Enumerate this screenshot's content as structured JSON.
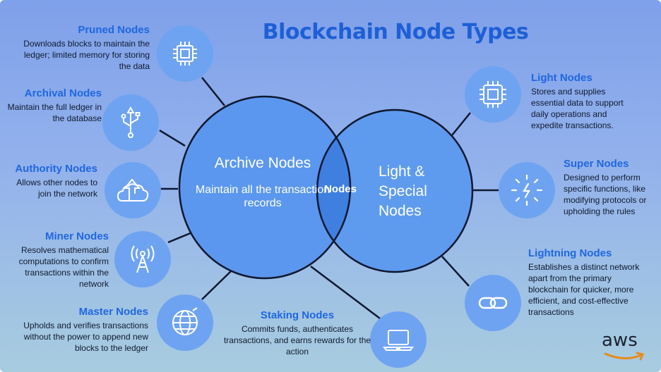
{
  "title": "Blockchain Node Types",
  "center": {
    "archive_title": "Archive Nodes",
    "archive_desc": "Maintain all the transaction records",
    "overlap_label": "Nodes",
    "light_title_line1": "Light &",
    "light_title_line2": "Special",
    "light_title_line3": "Nodes"
  },
  "nodes": {
    "pruned": {
      "title": "Pruned Nodes",
      "desc": "Downloads blocks to maintain the ledger; limited memory for storing the data",
      "icon": "chip-icon"
    },
    "archival": {
      "title": "Archival Nodes",
      "desc": "Maintain the full ledger in the database",
      "icon": "usb-icon"
    },
    "authority": {
      "title": "Authority Nodes",
      "desc": "Allows other nodes to join the network",
      "icon": "cloud-upload-icon"
    },
    "miner": {
      "title": "Miner Nodes",
      "desc": "Resolves  mathematical computations to confirm transactions within the network",
      "icon": "antenna-icon"
    },
    "master": {
      "title": "Master Nodes",
      "desc": "Upholds and verifies transactions without the power to append new blocks to the ledger",
      "icon": "globe-icon"
    },
    "staking": {
      "title": "Staking Nodes",
      "desc": "Commits funds, authenticates transactions, and earns rewards for the action",
      "icon": "laptop-icon"
    },
    "light": {
      "title": "Light Nodes",
      "desc": "Stores and supplies essential data to support daily operations and expedite transactions.",
      "icon": "processor-icon"
    },
    "super": {
      "title": "Super Nodes",
      "desc": "Designed to perform specific functions, like modifying protocols or upholding the rules",
      "icon": "lightning-burst-icon"
    },
    "lightning": {
      "title": "Lightning Nodes",
      "desc": "Establishes a distinct network apart from the primary blockchain for quicker, more efficient, and cost-effective transactions",
      "icon": "link-icon"
    }
  },
  "brand": {
    "logo_text": "aws"
  },
  "colors": {
    "accent": "#1f66e0",
    "circle_fill": "#5b97ee",
    "icon_fill": "#6ea3f1",
    "overlap": "#3f7fe0",
    "outline": "#0e1830"
  }
}
